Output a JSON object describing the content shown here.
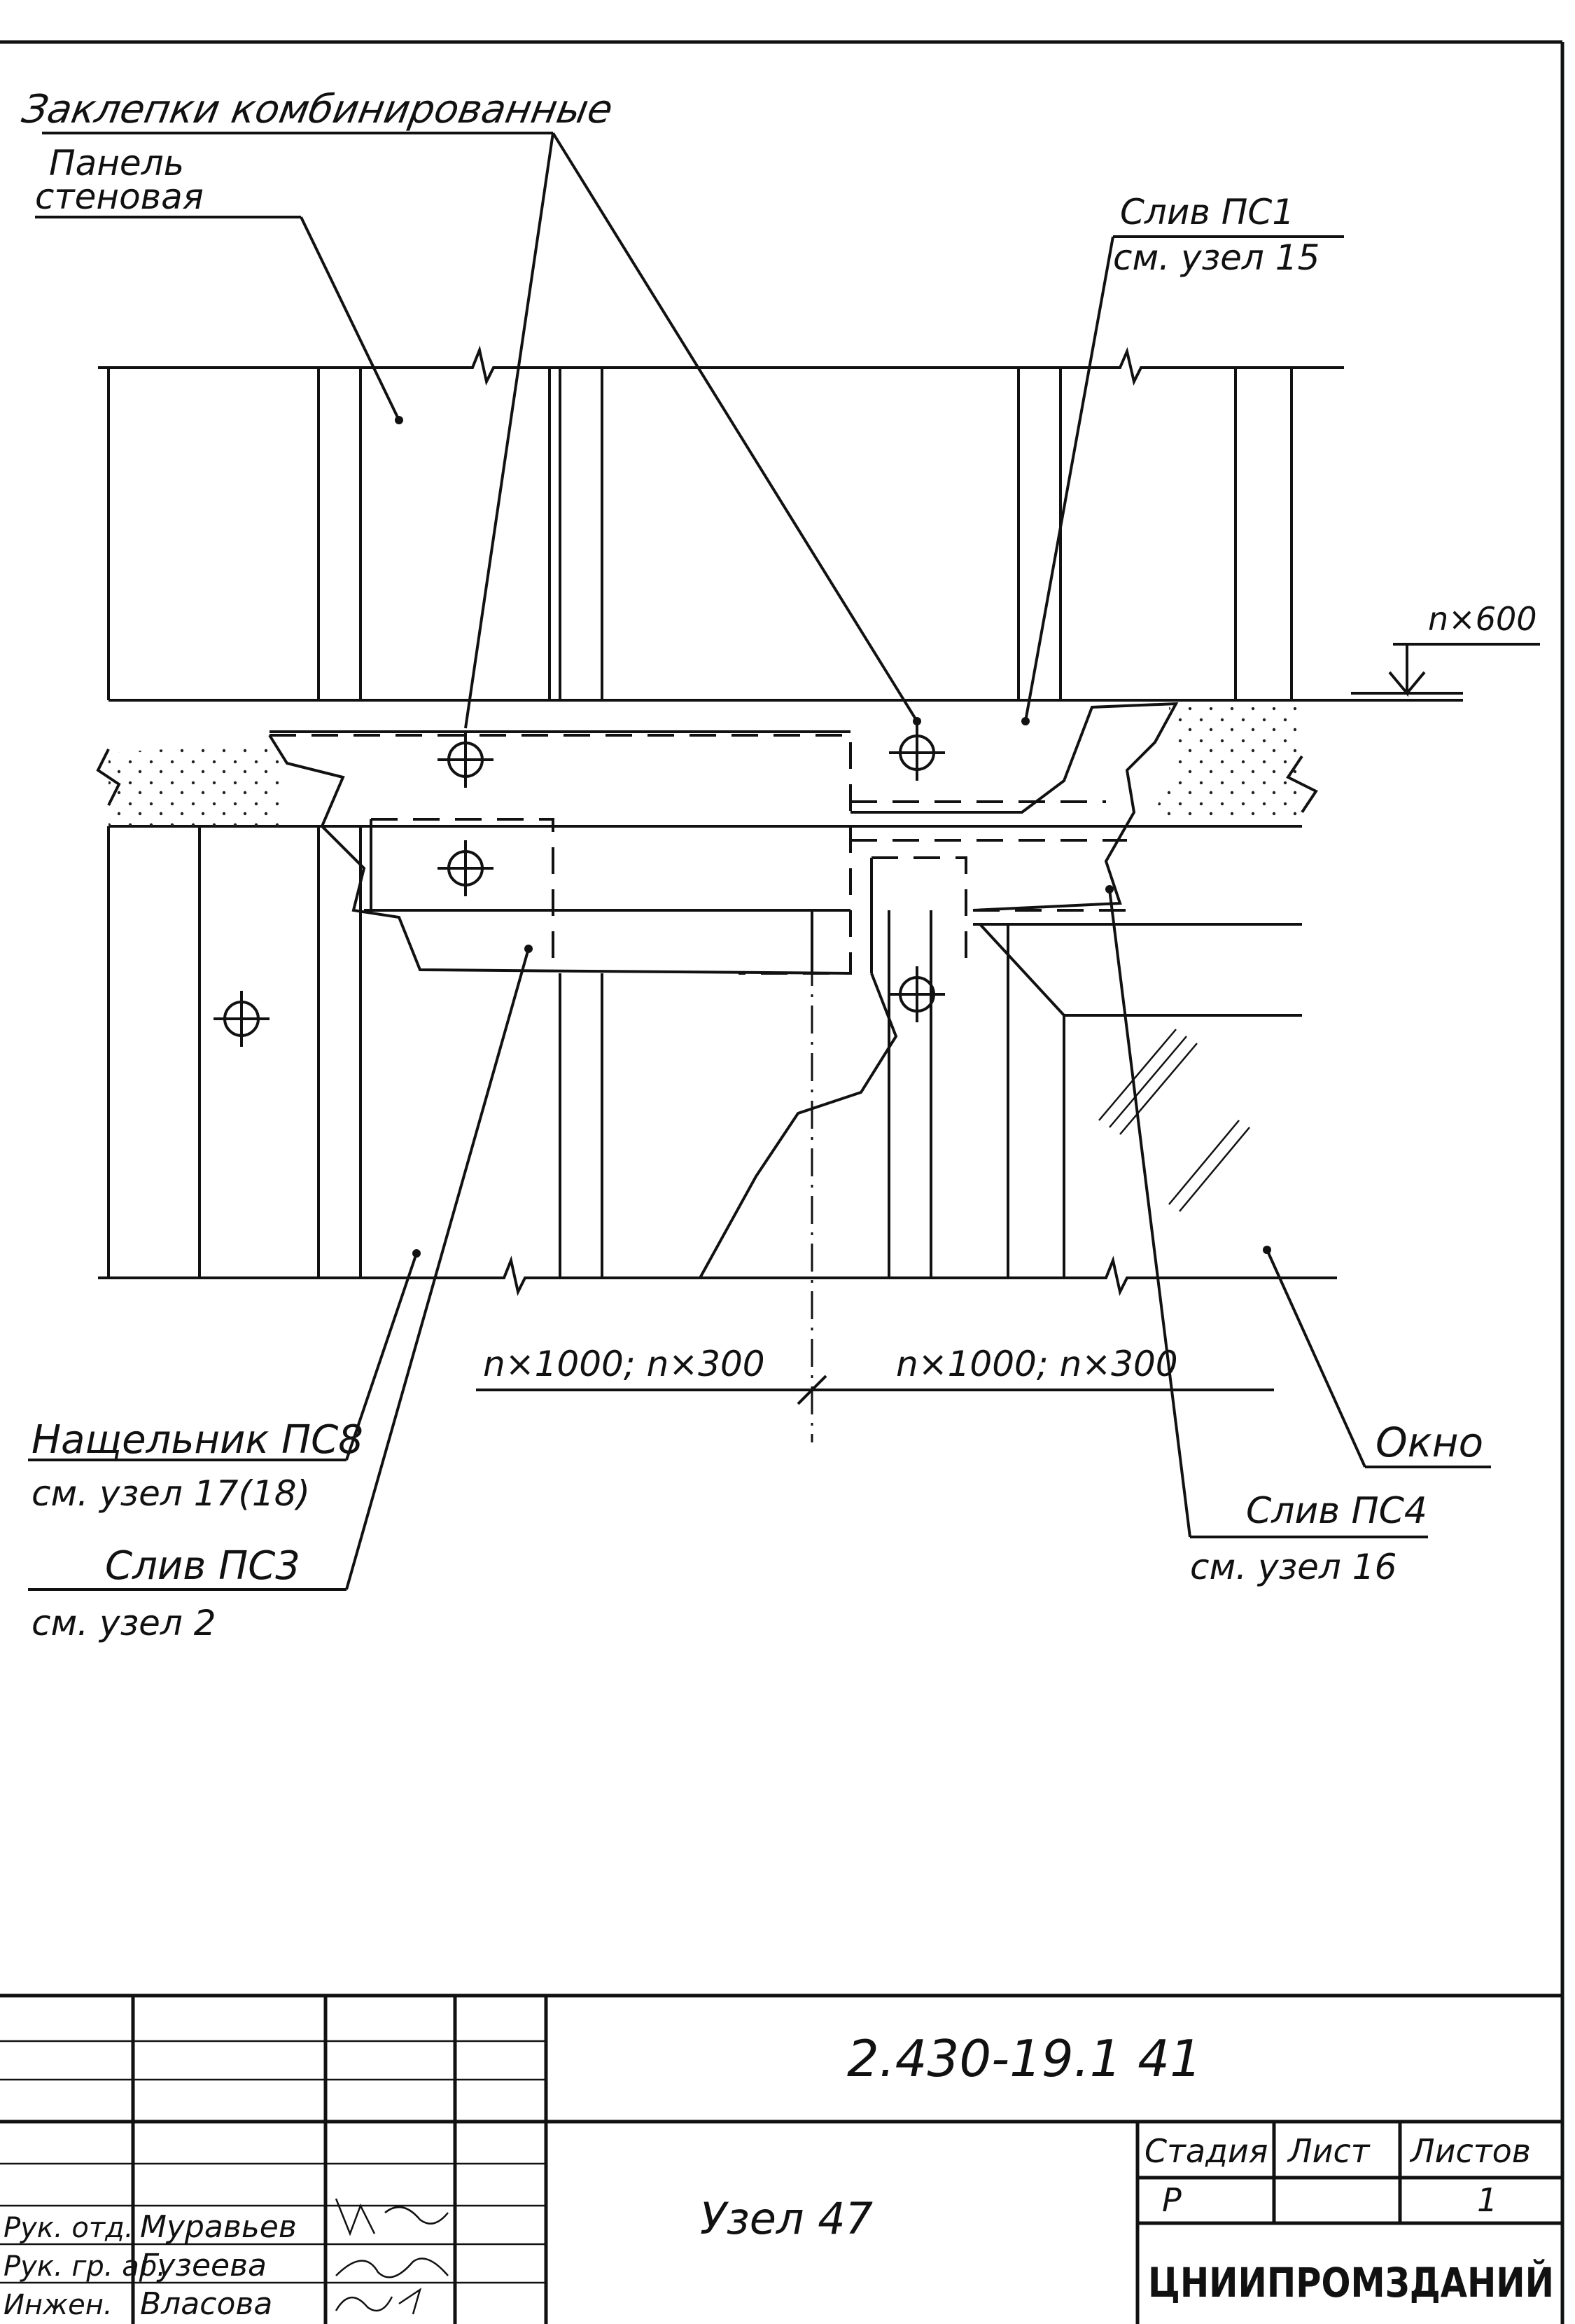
{
  "labels": {
    "rivets": "Заклепки комбинированные",
    "panel_line1": "Панель",
    "panel_line2": "стеновая",
    "slive_pc1_line1": "Слив ПС1",
    "slive_pc1_line2": "см. узел 15",
    "dim_top": "n×600",
    "dim_bottom_left": "n×1000; n×300",
    "dim_bottom_right": "n×1000; n×300",
    "flashing_line1": "Нащельник ПС8",
    "flashing_line2": "см. узел 17(18)",
    "slive_pc3_line1": "Слив ПС3",
    "slive_pc3_line2": "см. узел 2",
    "window": "Окно",
    "slive_pc4_line1": "Слив ПС4",
    "slive_pc4_line2": "см. узел 16"
  },
  "title_block": {
    "document_code": "2.430-19.1 41",
    "drawing_title": "Узел 47",
    "col_stage": "Стадия",
    "col_sheet": "Лист",
    "col_sheets": "Листов",
    "stage": "Р",
    "sheets": "1",
    "organization": "ЦНИИПРОМЗДАНИЙ",
    "staff": [
      {
        "role": "Рук. отд.",
        "name": "Муравьев"
      },
      {
        "role": "Рук. гр. ар.",
        "name": "Гузеева"
      },
      {
        "role": "Инжен.",
        "name": "Власова"
      }
    ]
  }
}
